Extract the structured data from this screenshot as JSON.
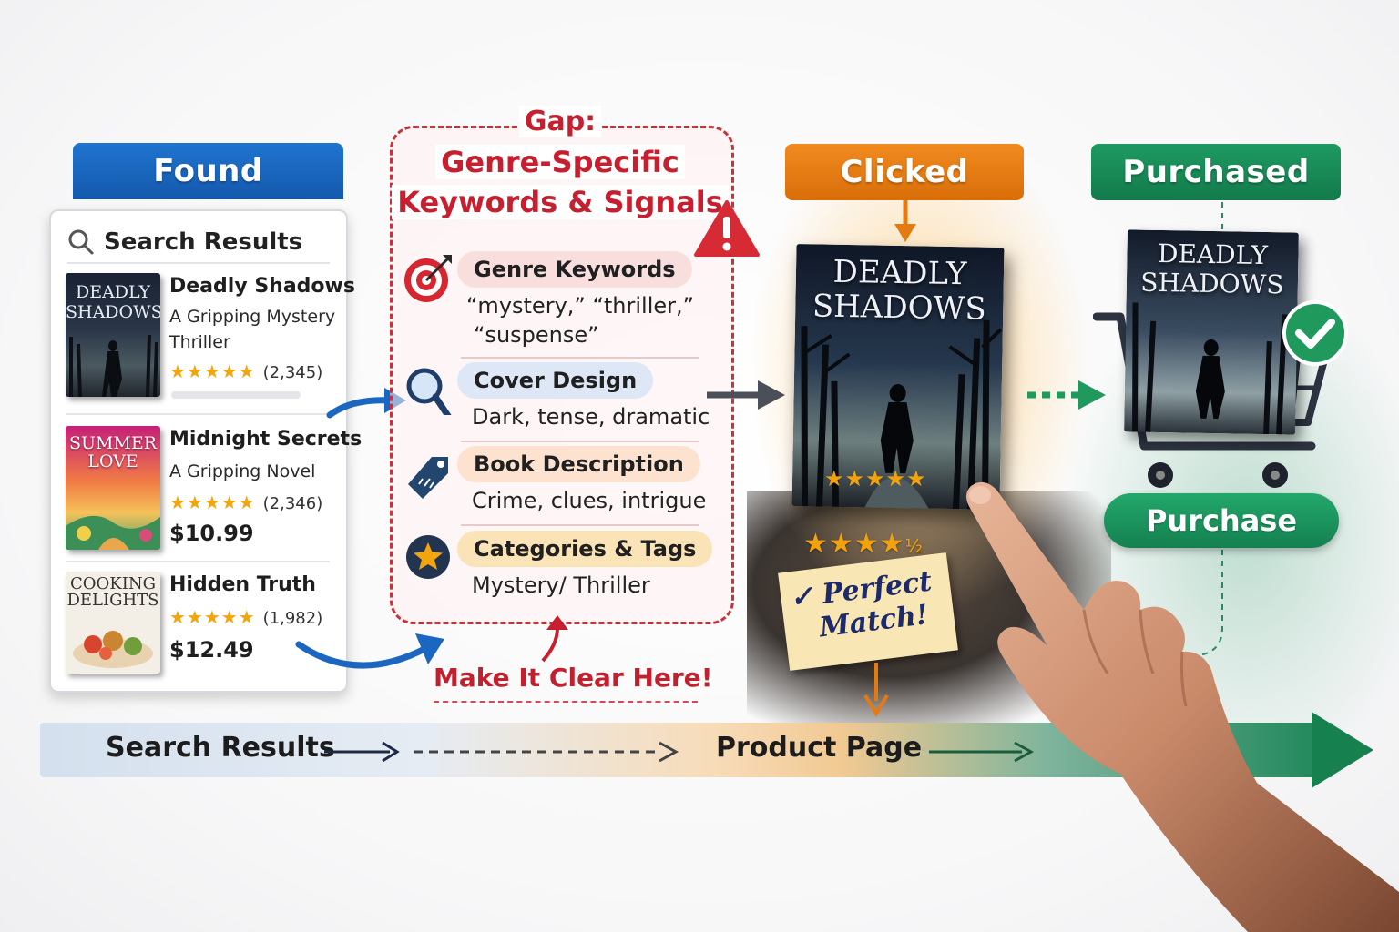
{
  "stages": {
    "found": "Found",
    "clicked": "Clicked",
    "purchased": "Purchased"
  },
  "search_panel": {
    "header": "Search Results",
    "results": [
      {
        "cover_text": [
          "DEADLY",
          "SHADOWS"
        ],
        "title": "Deadly Shadows",
        "subtitle_lines": [
          "A Gripping Mystery",
          "Thriller"
        ],
        "rating_stars": "★★★★★",
        "review_count": "(2,345)",
        "price": ""
      },
      {
        "cover_text": [
          "SUMMER",
          "LOVE"
        ],
        "title": "Midnight Secrets",
        "subtitle_lines": [
          "A Gripping Novel"
        ],
        "rating_stars": "★★★★★",
        "review_count": "(2,346)",
        "price": "$10.99"
      },
      {
        "cover_text": [
          "COOKING",
          "DELIGHTS"
        ],
        "title": "Hidden Truth",
        "subtitle_lines": [],
        "rating_stars": "★★★★★",
        "review_count": "(1,982)",
        "price": "$12.49"
      }
    ]
  },
  "gap_panel": {
    "title_lines": [
      "Gap:",
      "Genre-Specific",
      "Keywords & Signals"
    ],
    "signals": [
      {
        "icon": "target-icon",
        "label": "Genre Keywords",
        "text_lines": [
          "“mystery,” “thriller,”",
          "“suspense”"
        ],
        "color": "#f9dede"
      },
      {
        "icon": "magnifier-icon",
        "label": "Cover Design",
        "text_lines": [
          "Dark, tense, dramatic"
        ],
        "color": "#dde7f6"
      },
      {
        "icon": "tag-icon",
        "label": "Book Description",
        "text_lines": [
          "Crime, clues, intrigue"
        ],
        "color": "#fde3cf"
      },
      {
        "icon": "star-badge-icon",
        "label": "Categories & Tags",
        "text_lines": [
          "Mystery/ Thriller"
        ],
        "color": "#fbe3b8"
      }
    ],
    "callout": "Make It Clear Here!"
  },
  "product": {
    "cover_text": [
      "DEADLY",
      "SHADOWS"
    ],
    "cover_stars": "★★★★★",
    "rating_stars": "★★★★",
    "rating_fraction": "½",
    "sticky_note": [
      "✓ Perfect",
      "Match!"
    ]
  },
  "purchase": {
    "cover_text": [
      "DEADLY",
      "SHADOWS"
    ],
    "button": "Purchase"
  },
  "flow": {
    "step1": "Search Results",
    "step2": "Product Page"
  },
  "colors": {
    "found": "#1a66c0",
    "clicked": "#e47b12",
    "purchased": "#178656",
    "gap": "#c62030",
    "star": "#f2a50c"
  }
}
